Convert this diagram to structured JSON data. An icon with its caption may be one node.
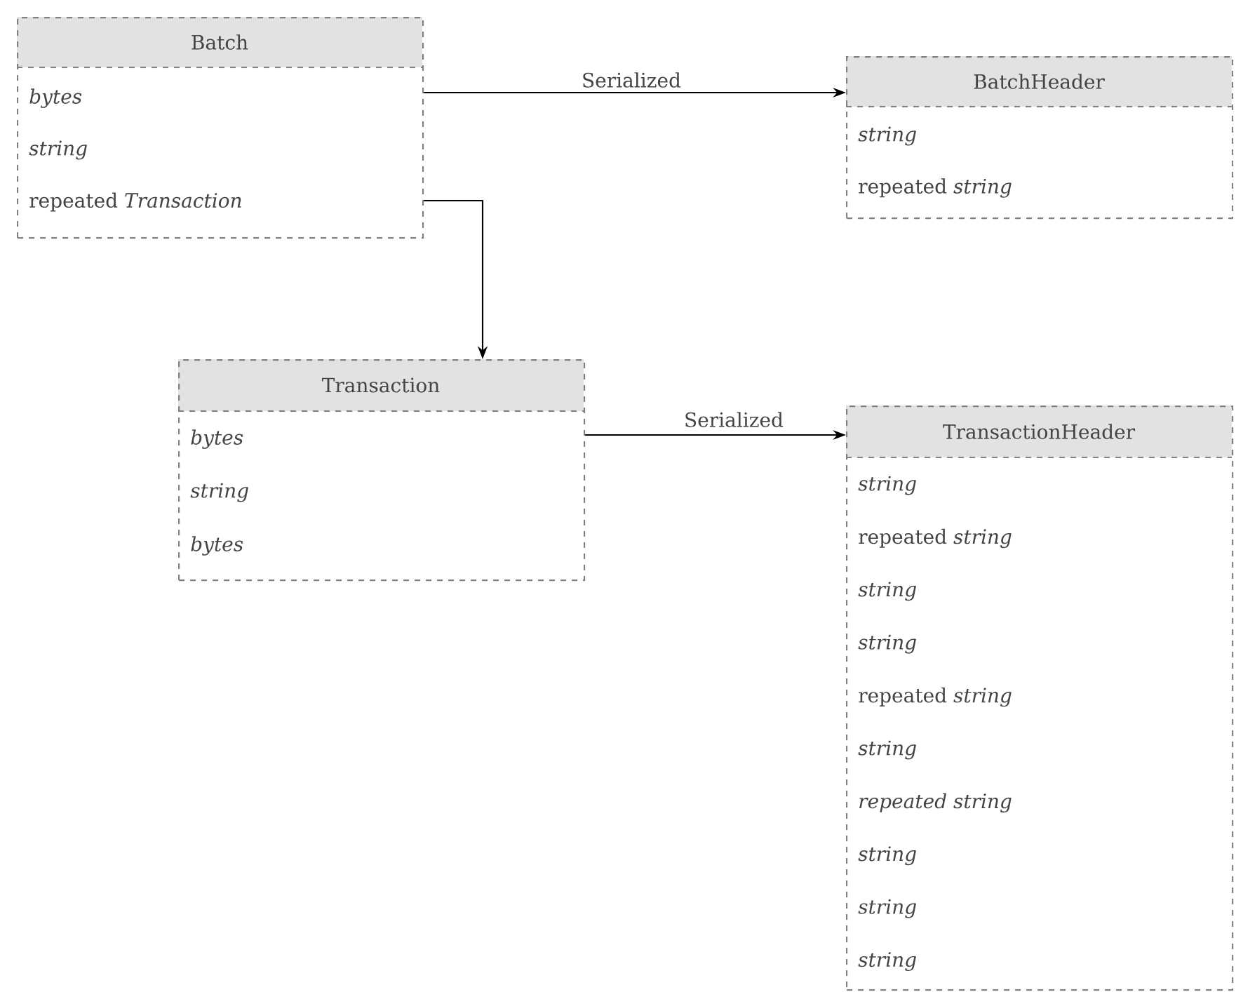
{
  "diagram": {
    "nodes": [
      {
        "text": [
          "Batch",
          "bytes",
          "string",
          "repeated *Transaction*"
        ]
      },
      {
        "text": [
          "BatchHeader",
          "string",
          "repeated *string*"
        ]
      },
      {
        "text": [
          "Transaction",
          "bytes",
          "string",
          "bytes"
        ]
      },
      {
        "text": [
          "TransactionHeader",
          "string",
          "repeated *string*",
          "string",
          "string",
          "repeated *string*",
          "string",
          "repeated string",
          "string",
          "string",
          "string"
        ]
      }
    ],
    "edges": [
      {
        "from": 0,
        "to": 1,
        "arrow": "to",
        "label": "Serialized"
      },
      {
        "from": 0,
        "to": 2,
        "arrow": "to"
      },
      {
        "from": 2,
        "to": 3,
        "arrow": "to",
        "label": "Serialized"
      }
    ]
  }
}
